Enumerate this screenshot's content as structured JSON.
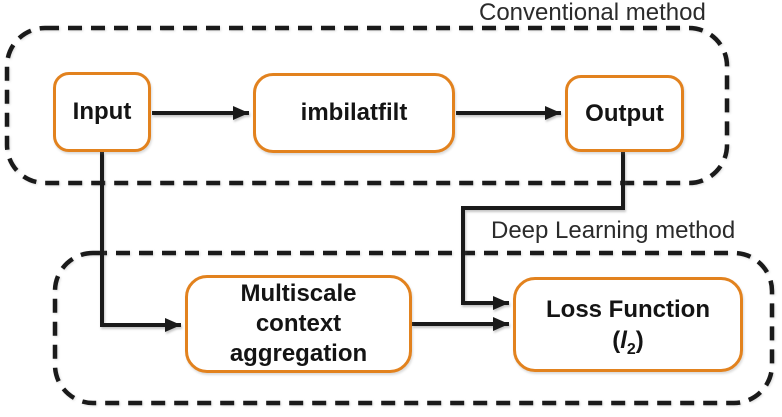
{
  "diagram": {
    "colors": {
      "node_border": "#E2821E",
      "node_fill": "#FFFFFF",
      "connector": "#1A1A1A",
      "group_label_text": "#2B2B2B",
      "node_text": "#141414",
      "background": "#FFFFFF"
    },
    "groups": {
      "conventional": {
        "label": "Conventional method"
      },
      "deep_learning": {
        "label": "Deep Learning method"
      }
    },
    "nodes": {
      "input": {
        "label": "Input"
      },
      "imbilatfilt": {
        "label": "imbilatfilt"
      },
      "output": {
        "label": "Output"
      },
      "multiscale": {
        "lines": [
          "Multiscale",
          "context",
          "aggregation"
        ]
      },
      "loss": {
        "title": "Loss Function",
        "paren_open": "(",
        "symbol": "l",
        "subscript": "2",
        "paren_close": ")"
      }
    }
  }
}
